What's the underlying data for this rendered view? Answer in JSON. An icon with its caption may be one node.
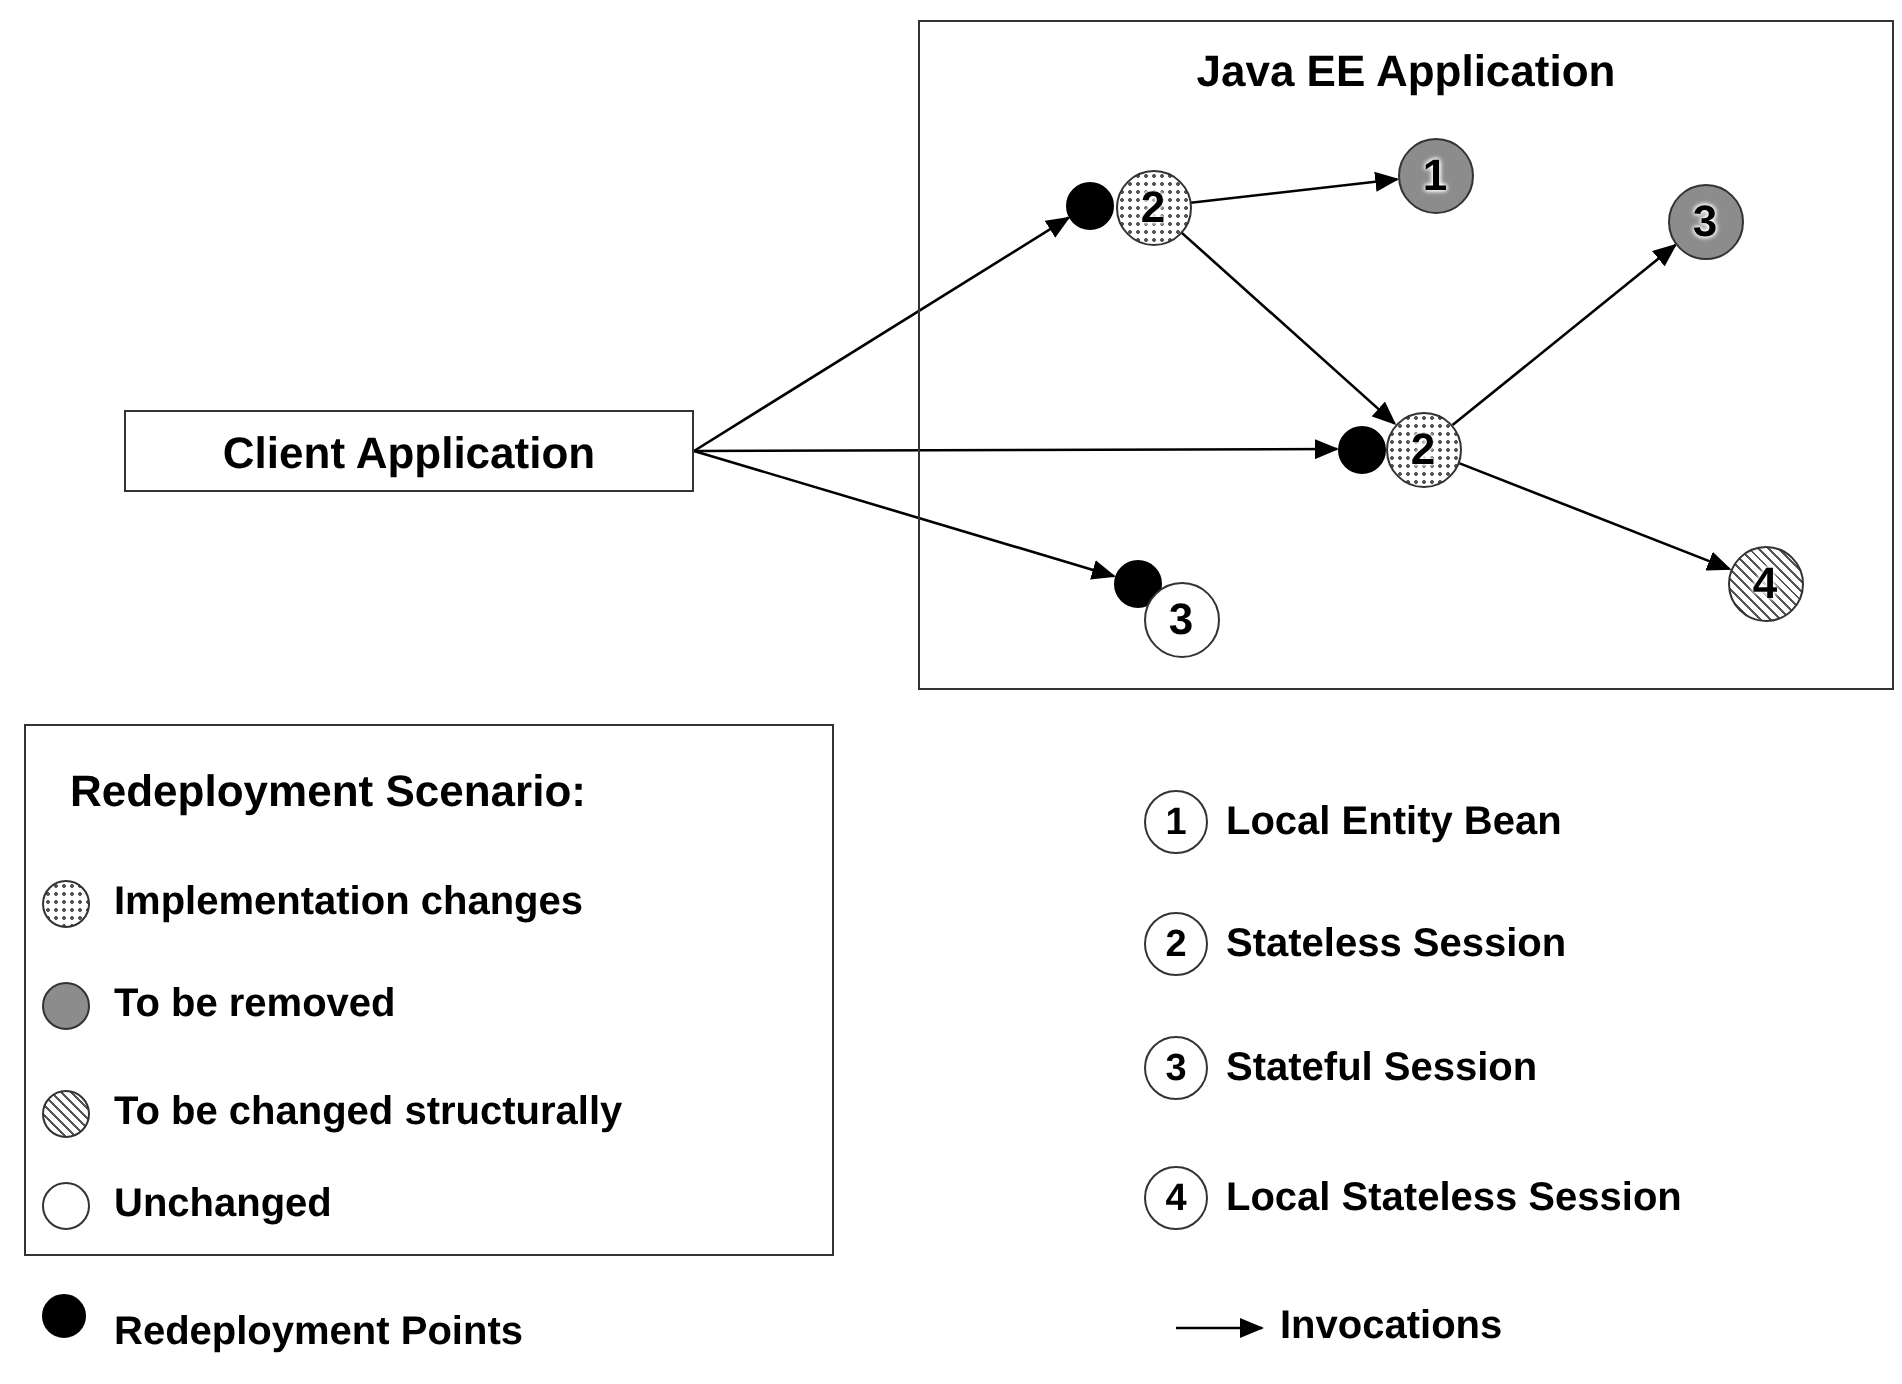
{
  "diagram": {
    "nodes": [
      {
        "text": [
          "Java EE Application"
        ]
      },
      {
        "text": [
          "Client Application"
        ]
      },
      {
        "text": [],
        "shape": "circle",
        "in": 0
      },
      {
        "text": [
          "2"
        ],
        "in": 0
      },
      {
        "text": [
          "1"
        ],
        "in": 0
      },
      {
        "text": [
          "3"
        ],
        "in": 0
      },
      {
        "text": [],
        "shape": "circle",
        "in": 0
      },
      {
        "text": [
          "2"
        ],
        "in": 0
      },
      {
        "text": [
          "4"
        ],
        "in": 0
      },
      {
        "text": [],
        "shape": "circle",
        "in": 0
      },
      {
        "text": [
          "3"
        ],
        "in": 0
      },
      {
        "text": [
          "1"
        ],
        "beside": [
          "Local Entity Bean"
        ]
      },
      {
        "text": [
          "2"
        ],
        "beside": [
          "Stateless Session"
        ]
      },
      {
        "text": [
          "3"
        ],
        "beside": [
          "Stateful Session"
        ]
      },
      {
        "text": [
          "4"
        ],
        "beside": [
          "Local Stateless Session"
        ]
      }
    ],
    "edges": [
      {
        "from": 1,
        "to": 2,
        "arrow": "to"
      },
      {
        "from": 1,
        "to": 6,
        "arrow": "to"
      },
      {
        "from": 1,
        "to": 9,
        "arrow": "to"
      },
      {
        "from": 3,
        "to": 4,
        "arrow": "to"
      },
      {
        "from": 3,
        "to": 7,
        "arrow": "to"
      },
      {
        "from": 7,
        "to": 5,
        "arrow": "to"
      },
      {
        "from": 7,
        "to": 8,
        "arrow": "to"
      }
    ],
    "labels": [
      "Redeployment Scenario:"
    ],
    "legend": [
      {
        "text": "Implementation changes"
      },
      {
        "text": "To be removed",
        "color": "#8c8c8c"
      },
      {
        "text": "To be changed structurally"
      },
      {
        "text": "Unchanged",
        "color": "#ffffff"
      },
      {
        "text": "Redeployment Points",
        "color": "#000000"
      },
      {
        "text": "Invocations"
      }
    ]
  }
}
